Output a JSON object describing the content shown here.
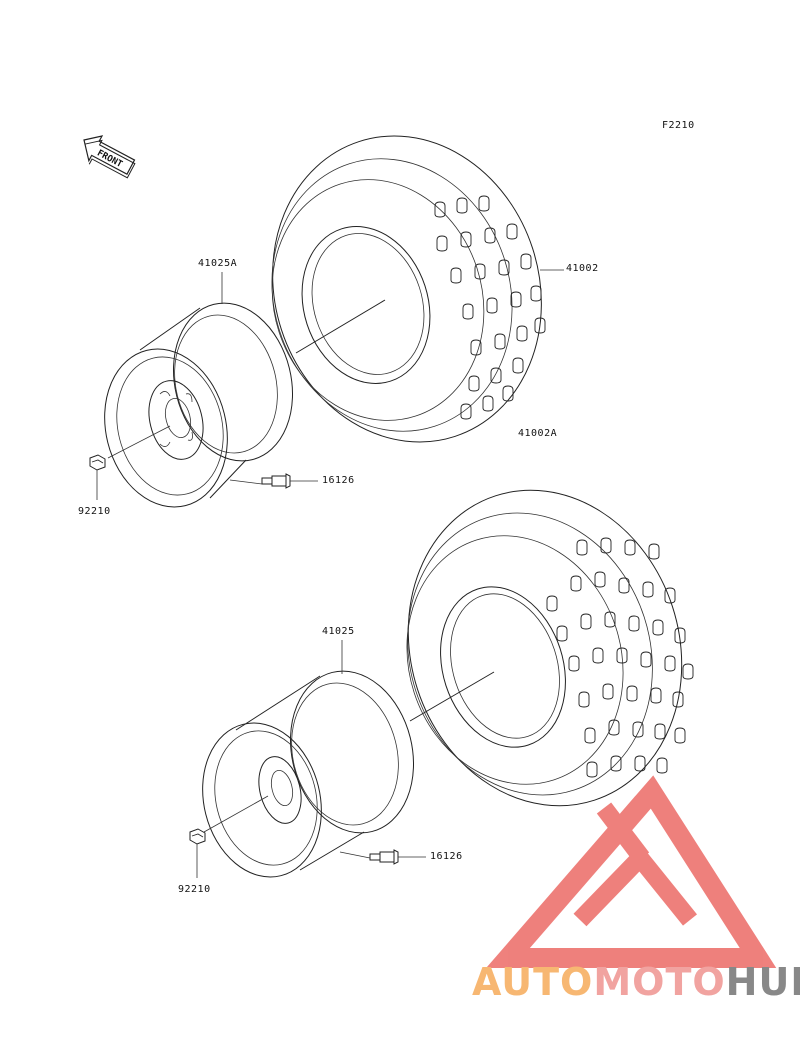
{
  "diagram_code": "F2210",
  "front_label": "FRONT",
  "parts": {
    "upper_tire": "41002",
    "upper_tire_alt": "41002A",
    "upper_wheel": "41025A",
    "upper_valve": "16126",
    "upper_nut": "92210",
    "lower_wheel": "41025",
    "lower_valve": "16126",
    "lower_nut": "92210"
  },
  "watermark": {
    "part1": "AUTO",
    "part2": "MOTO",
    "part3": "HUB",
    "colors": {
      "auto": "#f7b772",
      "moto": "#f1a3a0",
      "hub": "#888888",
      "logo": "#ec6b66"
    }
  }
}
